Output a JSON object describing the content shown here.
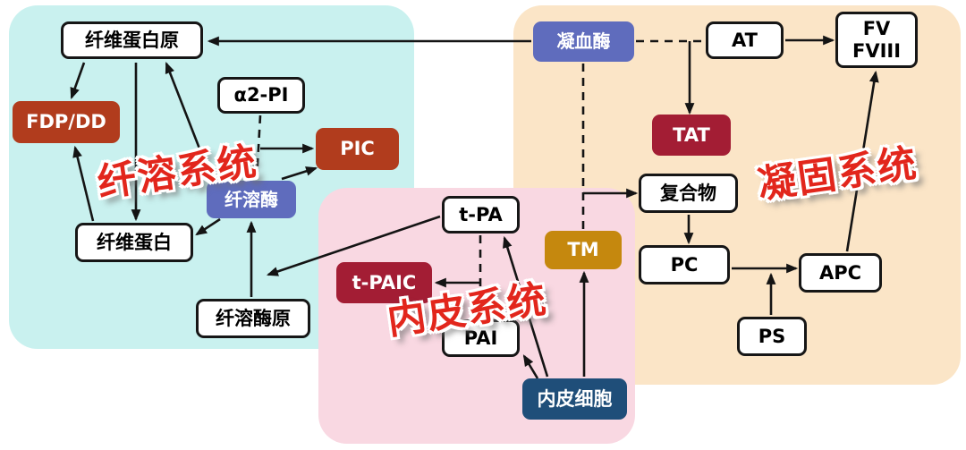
{
  "panels": {
    "fibrinolysis": {
      "title": "纤溶系统",
      "color": "#c9f1ef"
    },
    "endothelial": {
      "title": "内皮系统",
      "color": "#f9d8e2"
    },
    "coagulation": {
      "title": "凝固系统",
      "color": "#fbe5c7"
    }
  },
  "label_color": "#e2261c",
  "nodes": {
    "fibrinogen": {
      "label": "纤维蛋白原"
    },
    "fdp_dd": {
      "label": "FDP/DD",
      "color": "#b13c1d"
    },
    "a2_pi": {
      "label": "α2-PI"
    },
    "pic": {
      "label": "PIC",
      "color": "#b13c1d"
    },
    "plasmin": {
      "label": "纤溶酶",
      "color": "#5f6cbd"
    },
    "fibrin": {
      "label": "纤维蛋白"
    },
    "plasminogen": {
      "label": "纤溶酶原"
    },
    "t_pa": {
      "label": "t-PA"
    },
    "t_paic": {
      "label": "t-PAIC",
      "color": "#a31d34"
    },
    "tm": {
      "label": "TM",
      "color": "#c5880e"
    },
    "pai": {
      "label": "PAI"
    },
    "endothelial_cell": {
      "label": "内皮细胞",
      "color": "#1f4e79"
    },
    "thrombin": {
      "label": "凝血酶",
      "color": "#5f6cbd"
    },
    "at": {
      "label": "AT"
    },
    "fv_fviii": {
      "line1": "FV",
      "line2": "FVIII"
    },
    "tat": {
      "label": "TAT",
      "color": "#a31d34"
    },
    "complex": {
      "label": "复合物"
    },
    "pc": {
      "label": "PC"
    },
    "apc": {
      "label": "APC"
    },
    "ps": {
      "label": "PS"
    }
  }
}
